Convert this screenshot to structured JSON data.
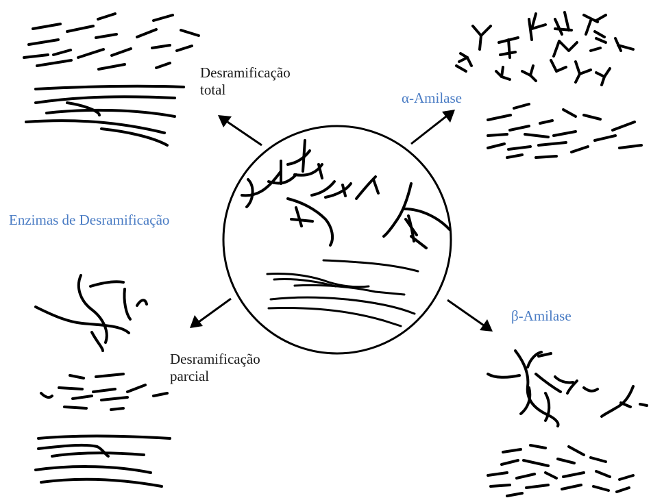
{
  "labels": {
    "total_debranching": [
      "Desramificação",
      "total"
    ],
    "alpha_amylase": "α-Amilase",
    "debranching_enzymes": "Enzimas de Desramificação",
    "beta_amylase": "β-Amilase",
    "partial_debranching": [
      "Desramificação",
      "parcial"
    ]
  },
  "colors": {
    "enzyme_label": "#4a7cc4",
    "process_label": "#1a1a1a",
    "strokes": "#000000",
    "background": "#ffffff"
  }
}
